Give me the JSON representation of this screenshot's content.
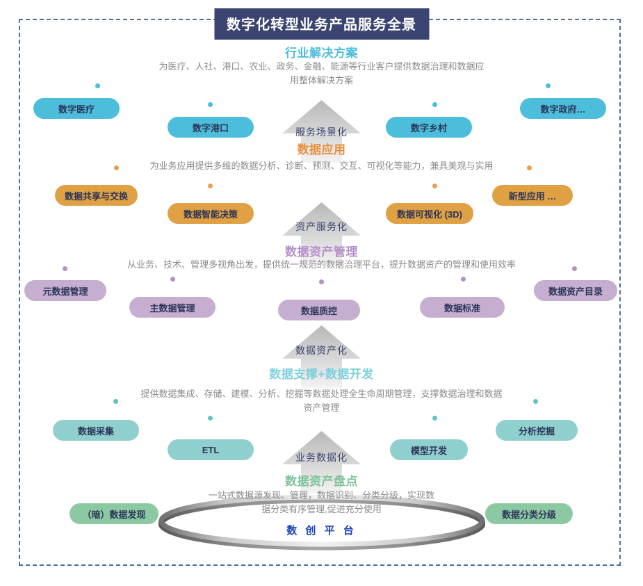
{
  "title": "数字化转型业务产品服务全景",
  "colors": {
    "title_bg": "#3b4470",
    "frame": "#4a6fa5",
    "cyan": "#4cbedb",
    "orange": "#e0a044",
    "purple": "#c6aed0",
    "teal": "#8fcfce",
    "green": "#8cc9a2",
    "pill_text": "#2c3558",
    "desc_text": "#8a8a8a",
    "arrow_label": "#3b4470",
    "ring_label": "#1b42b8"
  },
  "sections": [
    {
      "heading": "行业解决方案",
      "heading_color": "#4cbedb",
      "desc": "为医疗、人社、港口、农业、政务、金融、能源等行业客户提供数据治理和数据应\n用整体解决方案",
      "pill_color": "#4cbedb",
      "dot_color": "#4cbedb",
      "items": [
        "数字医疗",
        "数字港口",
        "数字乡村",
        "数字政府…"
      ]
    },
    {
      "heading": "数据应用",
      "heading_color": "#e8903c",
      "desc": "为业务应用提供多维的数据分析、诊断、预测、交互、可视化等能力，兼具美观与实用",
      "pill_color": "#e0a044",
      "dot_color": "#ef9d4d",
      "items": [
        "数据共享与交换",
        "数据智能决策",
        "数据可视化 (3D)",
        "新型应用 …"
      ]
    },
    {
      "heading": "数据资产管理",
      "heading_color": "#b58fc9",
      "desc": "从业务、技术、管理多视角出发，提供统一规范的数据治理平台，提升数据资产的管理和使用效率",
      "pill_color": "#c6aed0",
      "dot_color": "#b58fc9",
      "items": [
        "元数据管理",
        "主数据管理",
        "数据质控",
        "数据标准",
        "数据资产目录"
      ]
    },
    {
      "heading": "数据支撑+数据开发",
      "heading_color": "#7ed0dd",
      "desc": "提供数据集成、存储、建模、分析、挖掘等数据处理全生命周期管理，支撑数据治理和数据\n资产管理",
      "pill_color": "#8fcfce",
      "dot_color": "#62c3c0",
      "items": [
        "数据采集",
        "ETL",
        "模型开发",
        "分析挖掘"
      ]
    },
    {
      "heading": "数据资产盘点",
      "heading_color": "#7dc398",
      "desc": "一站式数据源发现、管理，数据识别、分类分级，实现数\n据分类有序管理,促进充分使用",
      "pill_color": "#8cc9a2",
      "dot_color": "#8cc9a2",
      "items": [
        "（暗）数据发现",
        "数据分类分级"
      ]
    }
  ],
  "arrow_labels": [
    "服务场景化",
    "资产服务化",
    "数据资产化",
    "业务数据化"
  ],
  "platform_label": "数 创 平 台"
}
